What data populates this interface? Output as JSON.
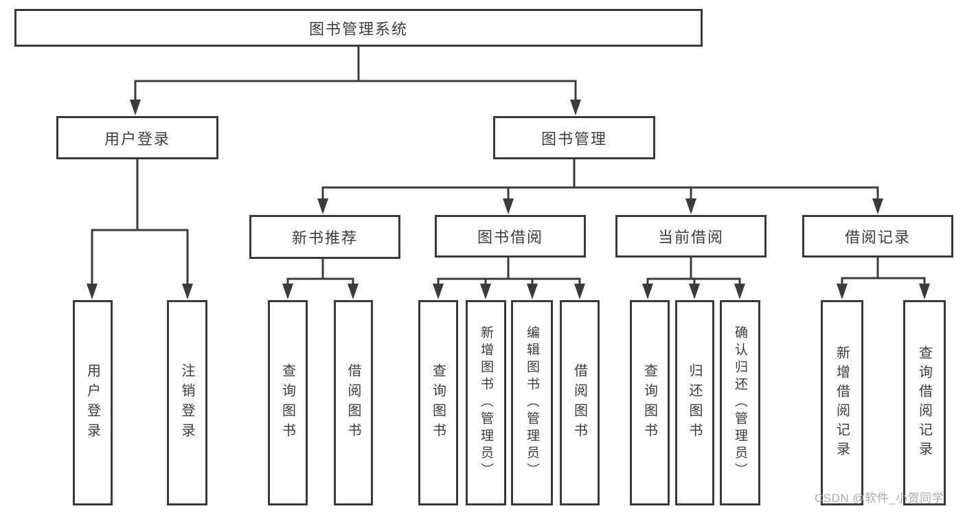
{
  "nodes": {
    "root": "图书管理系统",
    "user_login": "用户登录",
    "book_mgmt": "图书管理",
    "new_book_rec": "新书推荐",
    "book_borrow": "图书借阅",
    "current_borrow": "当前借阅",
    "borrow_records": "借阅记录",
    "leaf_user_login": "用户登录",
    "leaf_logout": "注销登录",
    "leaf_rec_query_book": "查询图书",
    "leaf_rec_borrow_book": "借阅图书",
    "leaf_bb_query_book": "查询图书",
    "leaf_bb_add_book": "新增图书（管理员）",
    "leaf_bb_edit_book": "编辑图书（管理员）",
    "leaf_bb_borrow_book": "借阅图书",
    "leaf_cb_query_book": "查询图书",
    "leaf_cb_return_book": "归还图书",
    "leaf_cb_confirm_return": "确认归还（管理员）",
    "leaf_br_add_record": "新增借阅记录",
    "leaf_br_query_record": "查询借阅记录"
  },
  "watermark": "CSDN @软件_小贺同学",
  "colors": {
    "line": "#3b3b3b",
    "box_border": "#3a3a3a",
    "text": "#3d3d3d",
    "watermark": "#a8abb0",
    "background": "#ffffff"
  }
}
